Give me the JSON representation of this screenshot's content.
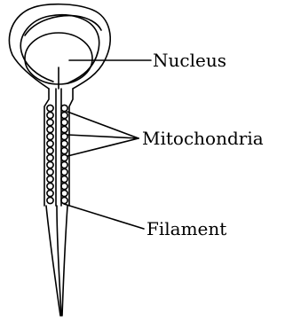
{
  "labels": {
    "nucleus": "Nucleus",
    "mitochondria": "Mitochondria",
    "filament": "Filament"
  }
}
